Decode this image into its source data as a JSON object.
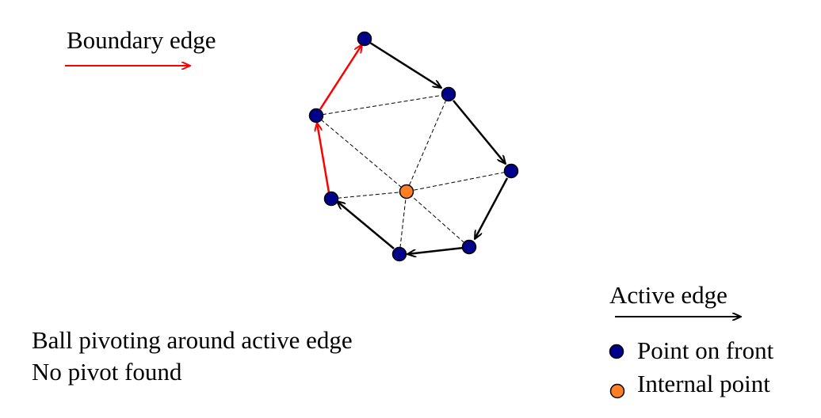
{
  "legend": {
    "boundary_edge": "Boundary edge",
    "active_edge": "Active edge",
    "point_on_front": "Point on front",
    "internal_point": "Internal point"
  },
  "caption": {
    "line1": "Ball pivoting around active edge",
    "line2": "No pivot found"
  },
  "colors": {
    "boundary_edge": "#ff0000",
    "active_edge": "#000000",
    "front_point_fill": "#00008b",
    "internal_point_fill": "#ff7f27",
    "point_outline": "#000000",
    "dashed_edge": "#000000"
  }
}
